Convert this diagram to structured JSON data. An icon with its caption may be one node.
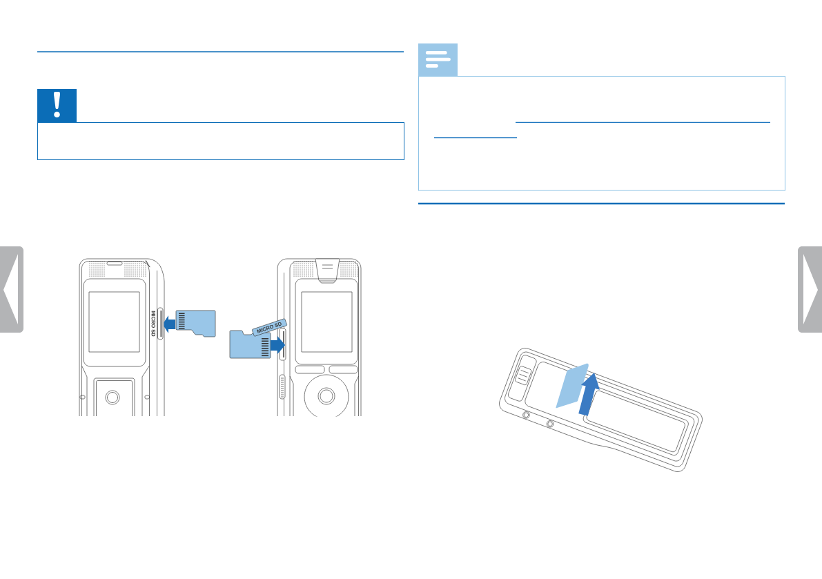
{
  "diagram": {
    "nodes": [
      {
        "text": [],
        "shape": "box"
      },
      {
        "text": [],
        "shape": "box"
      }
    ],
    "labels": [
      "MICRO SD",
      "MICRO SD"
    ]
  }
}
